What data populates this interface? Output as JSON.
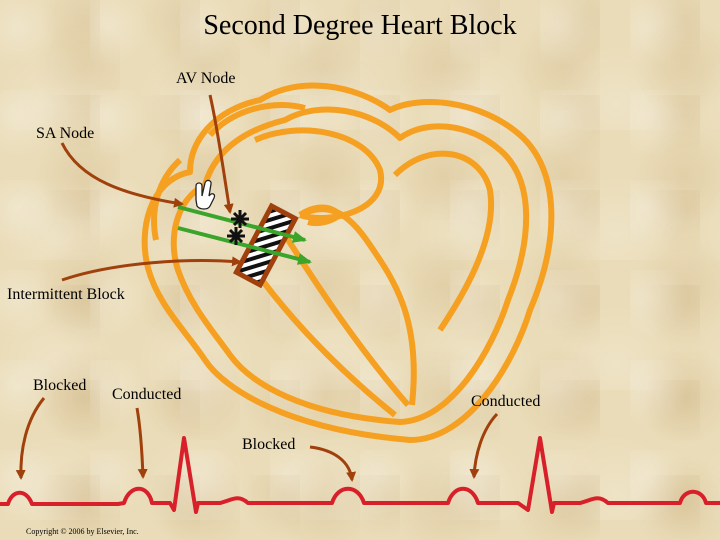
{
  "title": "Second Degree Heart Block",
  "labels": {
    "av_node": "AV Node",
    "sa_node": "SA Node",
    "intermittent_block": "Intermittent Block",
    "blocked_left": "Blocked",
    "conducted_left": "Conducted",
    "conducted_right": "Conducted",
    "blocked_center": "Blocked"
  },
  "copyright": "Copyright © 2006 by Elsevier, Inc.",
  "colors": {
    "heart_outline": "#f5a020",
    "arrow": "#a0400c",
    "conduction": "#3aa52a",
    "ecg": "#d8202a",
    "av_node_fill": "#a0400c"
  }
}
